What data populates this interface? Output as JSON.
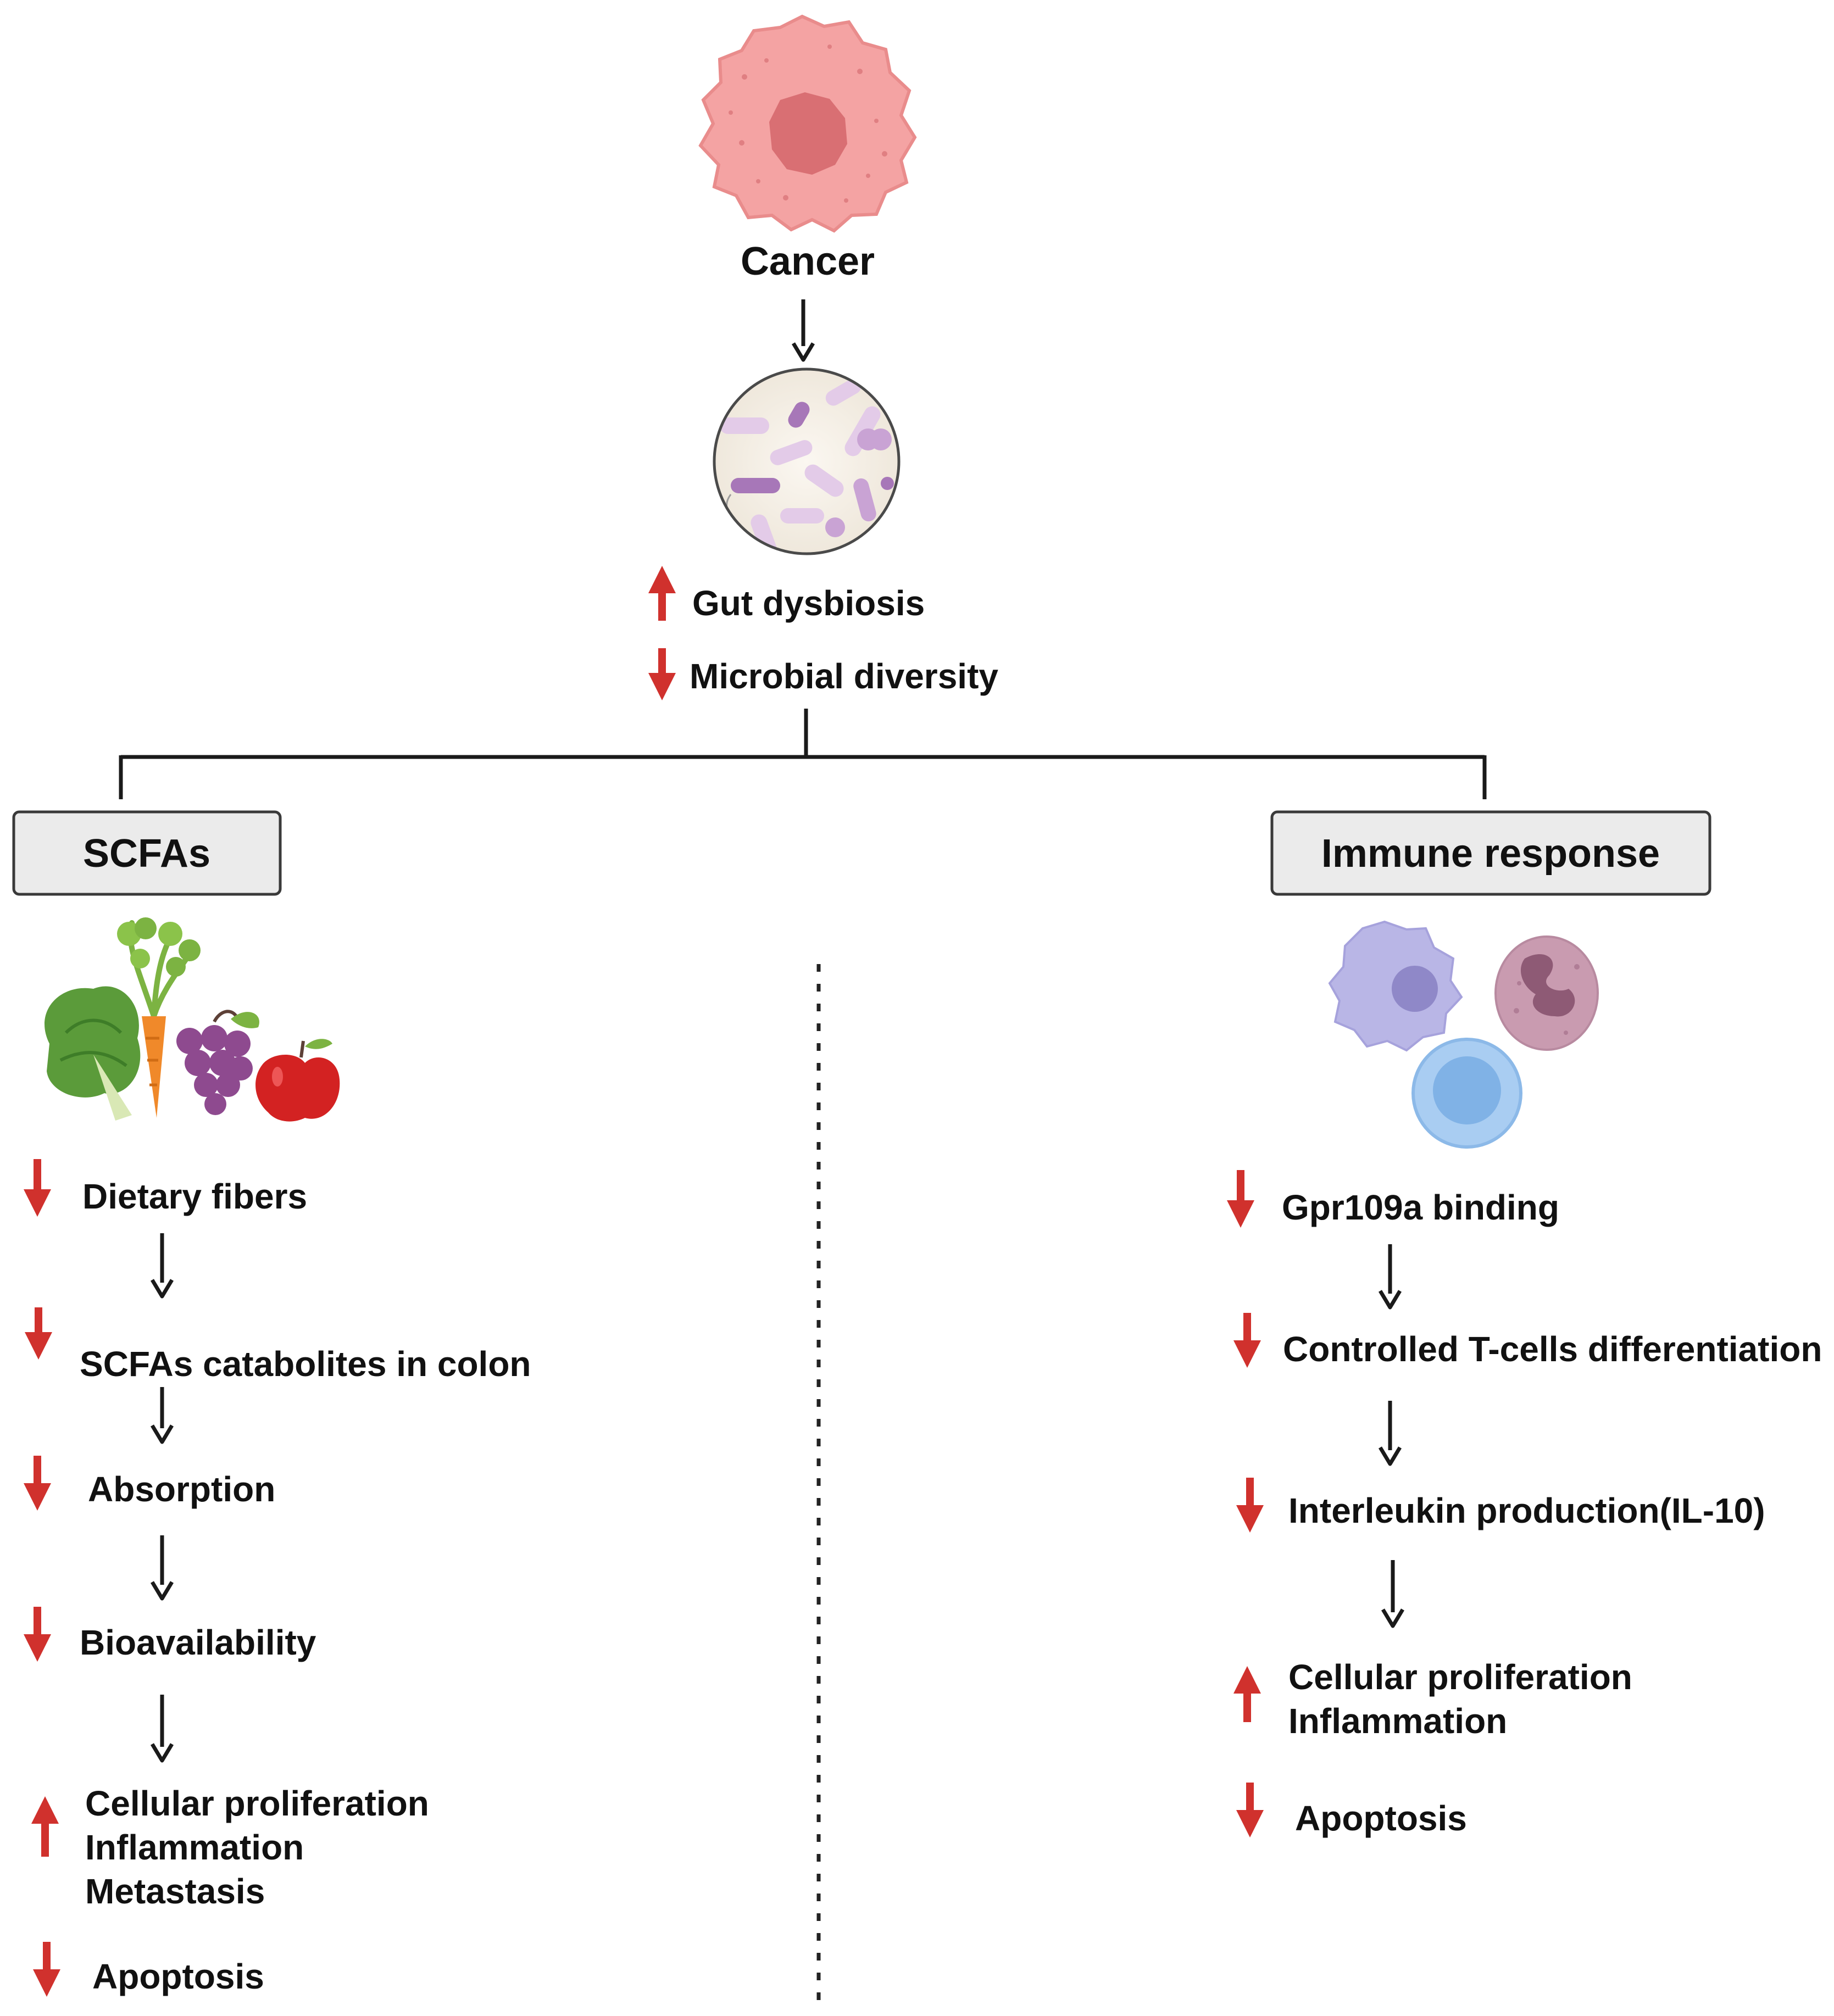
{
  "top": {
    "cancer_label": "Cancer",
    "gut_dysbiosis": {
      "text": "Gut dysbiosis",
      "direction": "up"
    },
    "microbial_diversity": {
      "text": "Microbial diversity",
      "direction": "down"
    }
  },
  "left": {
    "title": "SCFAs",
    "steps": [
      {
        "text": "Dietary fibers",
        "direction": "down"
      },
      {
        "text": "SCFAs catabolites in colon",
        "direction": "down"
      },
      {
        "text": "Absorption",
        "direction": "down"
      },
      {
        "text": "Bioavailability",
        "direction": "down"
      }
    ],
    "outcome_up": {
      "lines": [
        "Cellular proliferation",
        "Inflammation",
        "Metastasis"
      ],
      "direction": "up"
    },
    "outcome_down": {
      "text": "Apoptosis",
      "direction": "down"
    }
  },
  "right": {
    "title": "Immune response",
    "steps": [
      {
        "text": "Gpr109a binding",
        "direction": "down"
      },
      {
        "text": "Controlled T-cells differentiation",
        "direction": "down"
      },
      {
        "text": "Interleukin production(IL-10)",
        "direction": "down"
      }
    ],
    "outcome_up": {
      "lines": [
        "Cellular proliferation",
        "Inflammation"
      ],
      "direction": "up"
    },
    "outcome_down": {
      "text": "Apoptosis",
      "direction": "down"
    }
  },
  "colors": {
    "up_arrow": "#d0312d",
    "down_arrow": "#d0312d",
    "flow_arrow": "#1a1a1a",
    "box_fill": "#ebebeb"
  }
}
